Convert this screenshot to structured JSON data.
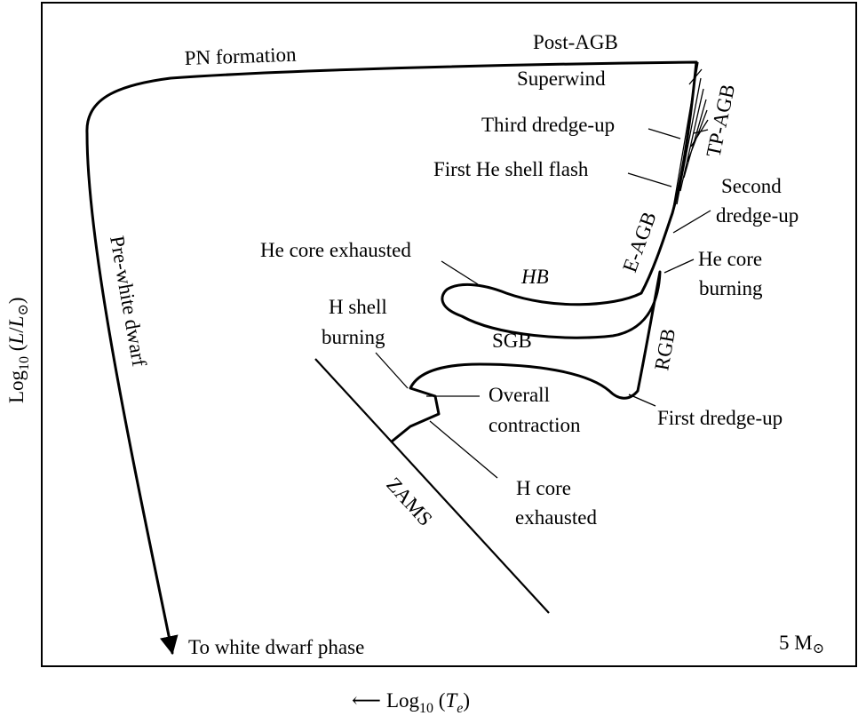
{
  "axes": {
    "y_label": "Log",
    "y_sub": "10",
    "y_paren_open": " (",
    "y_L": "L",
    "y_slash": "/",
    "y_Lsun": "L",
    "y_sun": "⊙",
    "y_paren_close": ")",
    "x_arrow": "⟵",
    "x_label": "Log",
    "x_sub": "10",
    "x_paren_open": " (",
    "x_T": "T",
    "x_e": "e",
    "x_paren_close": ")"
  },
  "mass": {
    "value": "5 M",
    "sun": "⊙"
  },
  "labels": {
    "pn_formation": "PN formation",
    "post_agb": "Post-AGB",
    "superwind": "Superwind",
    "third_dredge_up": "Third dredge-up",
    "tp_agb": "TP-AGB",
    "first_he_shell_flash": "First He shell flash",
    "second_dredge_up_1": "Second",
    "second_dredge_up_2": "dredge-up",
    "e_agb": "E-AGB",
    "he_core_exhausted": "He core exhausted",
    "hb": "HB",
    "he_core_burning_1": "He core",
    "he_core_burning_2": "burning",
    "h_shell_burning_1": "H shell",
    "h_shell_burning_2": "burning",
    "sgb": "SGB",
    "rgb": "RGB",
    "overall_contraction_1": "Overall",
    "overall_contraction_2": "contraction",
    "first_dredge_up": "First dredge-up",
    "pre_white_dwarf": "Pre-white dwarf",
    "zams": "ZAMS",
    "h_core_exhausted_1": "H core",
    "h_core_exhausted_2": "exhausted",
    "to_white_dwarf": "To white dwarf phase"
  }
}
